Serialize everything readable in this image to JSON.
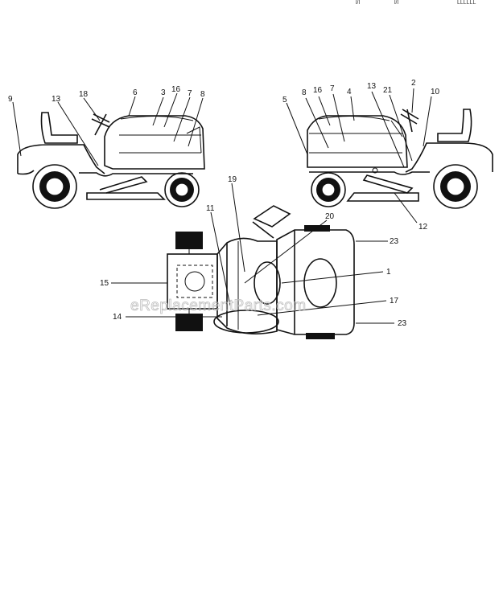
{
  "header": {
    "fragments": [
      "l/l",
      "l/l",
      "LLLLLL"
    ]
  },
  "watermark": "eReplacementParts.com",
  "diagram": {
    "left_view": {
      "labels": [
        "9",
        "13",
        "18",
        "6",
        "3",
        "16",
        "7",
        "8"
      ]
    },
    "right_view": {
      "labels": [
        "5",
        "8",
        "16",
        "7",
        "4",
        "13",
        "21",
        "2",
        "10",
        "12"
      ]
    },
    "top_view": {
      "labels": [
        "19",
        "20",
        "11",
        "23",
        "1",
        "15",
        "17",
        "14",
        "23"
      ]
    }
  }
}
